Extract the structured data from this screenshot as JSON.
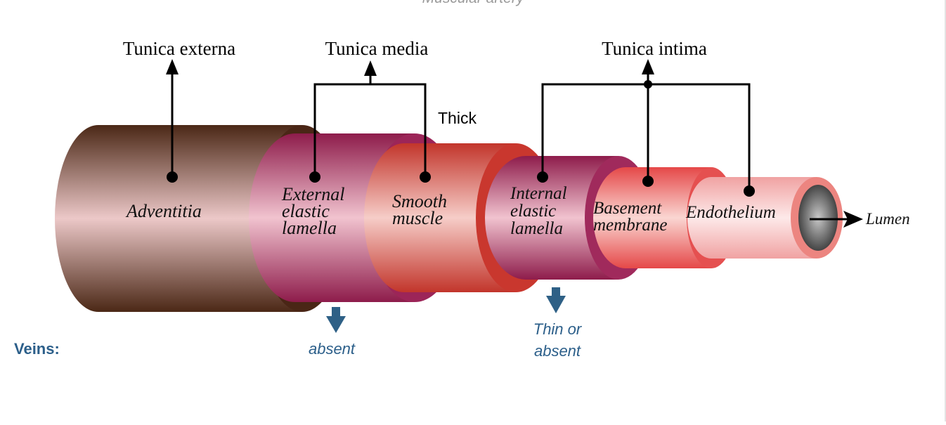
{
  "caption": "Muscular artery",
  "groups": {
    "externa": "Tunica externa",
    "media": "Tunica media",
    "intima": "Tunica intima"
  },
  "note_thick": "Thick",
  "layers": {
    "adventitia": [
      "Adventitia"
    ],
    "external_elastic": [
      "External",
      "elastic",
      "lamella"
    ],
    "smooth_muscle": [
      "Smooth",
      "muscle"
    ],
    "internal_elastic": [
      "Internal",
      "elastic",
      "lamella"
    ],
    "basement": [
      "Basement",
      "membrane"
    ],
    "endothelium": [
      "Endothelium"
    ],
    "lumen": "Lumen"
  },
  "veins": {
    "label": "Veins:",
    "external_elastic_note": "absent",
    "internal_elastic_note": [
      "Thin or",
      "absent"
    ]
  },
  "colors": {
    "adventitia": "#5a3522",
    "elastic": "#a3285c",
    "smooth_muscle": "#d0402e",
    "basement": "#e8534e",
    "endothelium": "#f0a5a5",
    "veins_text": "#2c5f8a"
  }
}
